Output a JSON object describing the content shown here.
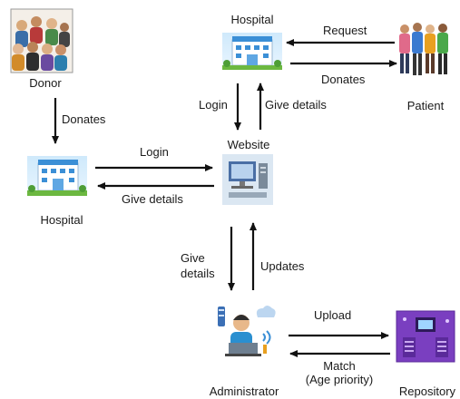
{
  "nodes": {
    "donor": {
      "label": "Donor",
      "icon": "crowd-of-people-icon"
    },
    "hospital_top": {
      "label": "Hospital",
      "icon": "hospital-building-icon"
    },
    "patient": {
      "label": "Patient",
      "icon": "group-of-patients-icon"
    },
    "website": {
      "label": "Website",
      "icon": "computer-workstation-icon"
    },
    "hospital_left": {
      "label": "Hospital",
      "icon": "hospital-building-icon"
    },
    "administrator": {
      "label": "Administrator",
      "icon": "admin-at-laptop-icon"
    },
    "repository": {
      "label": "Repository",
      "icon": "server-repository-icon"
    }
  },
  "edges": {
    "request": "Request",
    "donates_patient": "Donates",
    "donates_donor": "Donates",
    "login_top": "Login",
    "give_details_top": "Give details",
    "login_left": "Login",
    "give_details_left": "Give details",
    "give_details_admin_line1": "Give",
    "give_details_admin_line2": "details",
    "updates": "Updates",
    "upload": "Upload",
    "match_line1": "Match",
    "match_line2": "(Age priority)"
  },
  "colors": {
    "arrow": "#111111",
    "hospital_blue": "#3b8fd6",
    "grass": "#6cb840",
    "repository_purple": "#7a3fc0"
  }
}
